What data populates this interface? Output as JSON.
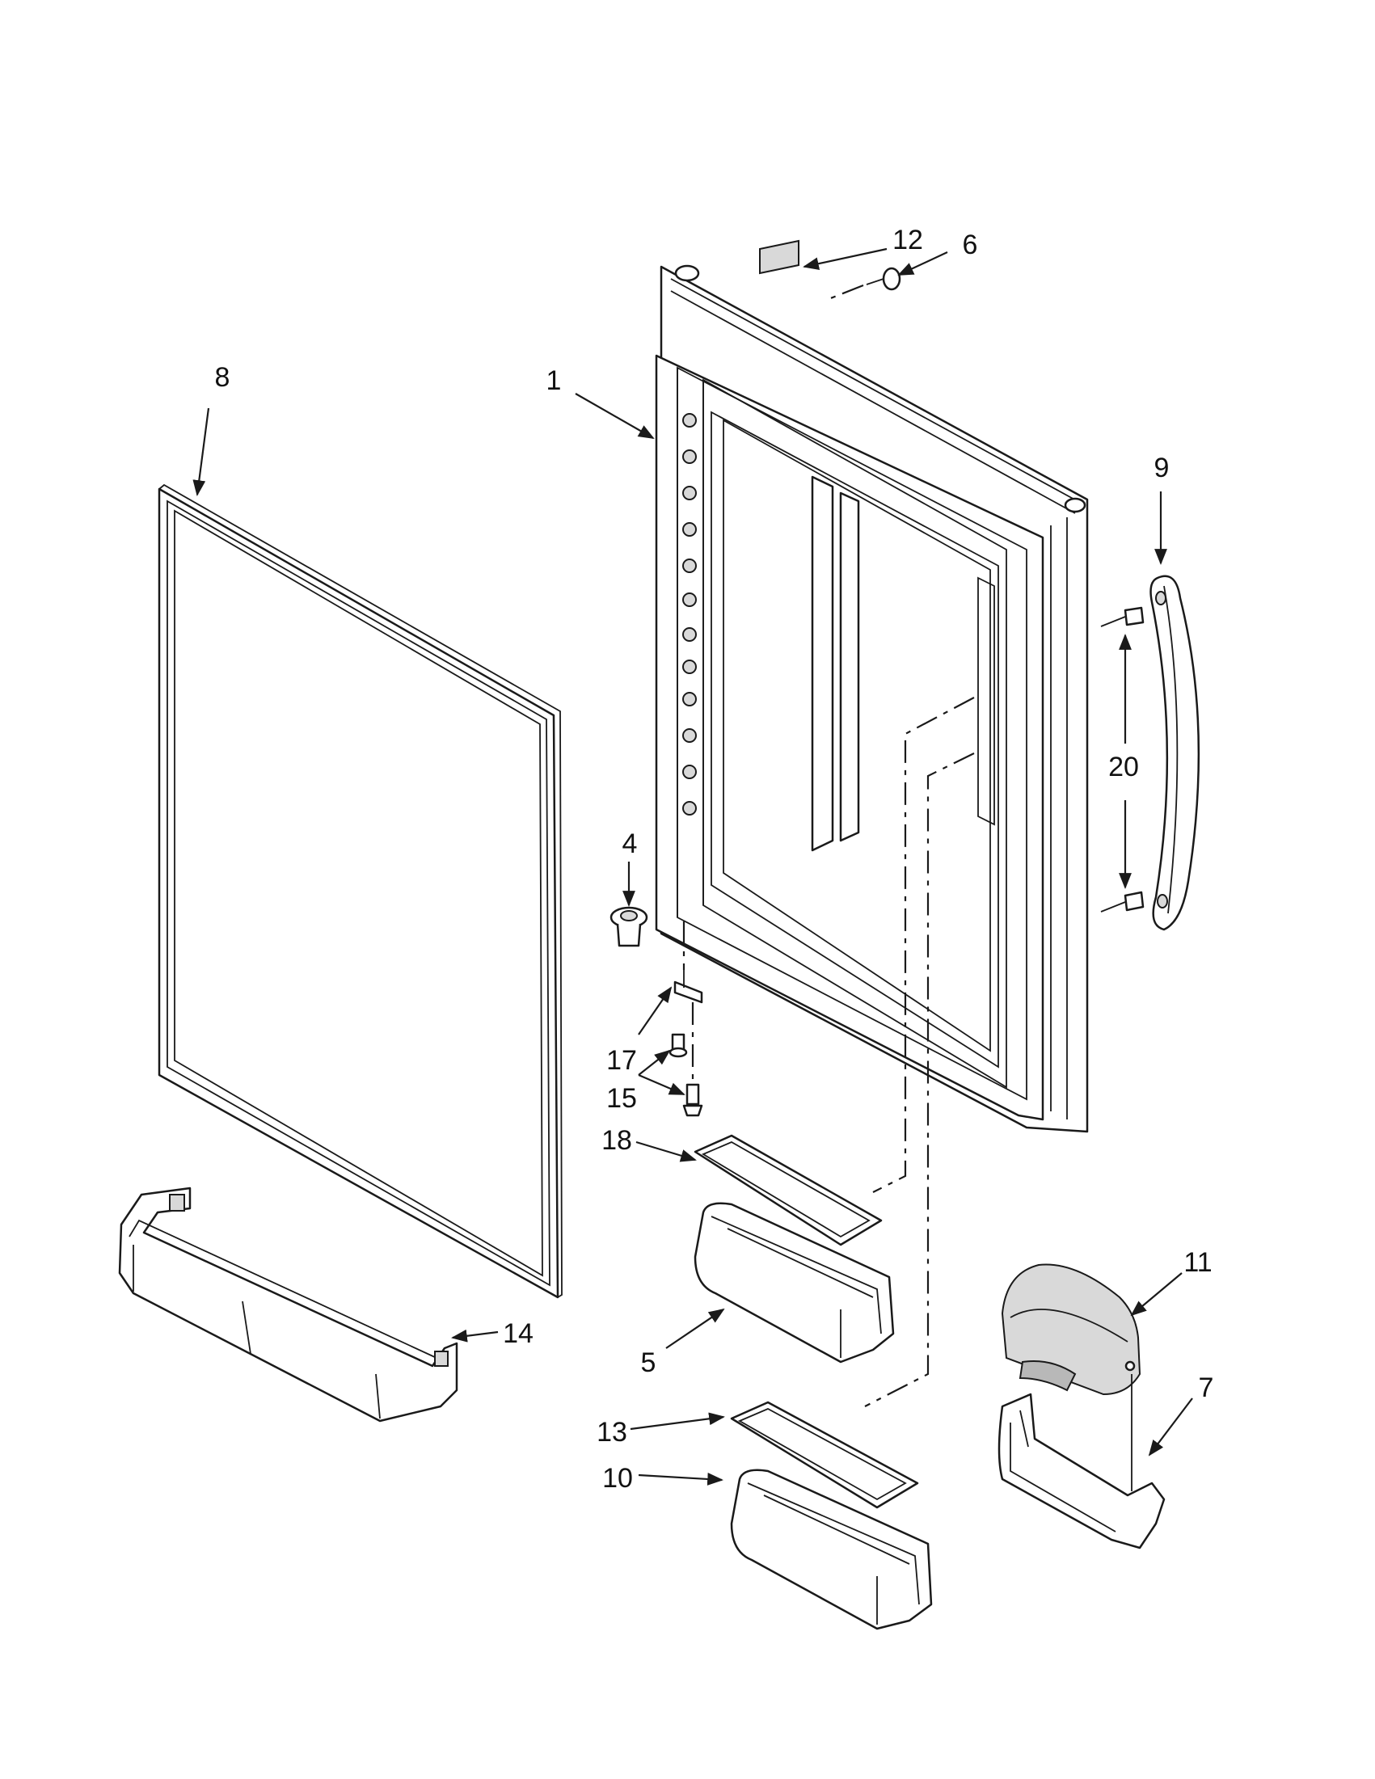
{
  "callouts": {
    "c1": "1",
    "c4": "4",
    "c5": "5",
    "c6": "6",
    "c7": "7",
    "c8": "8",
    "c9": "9",
    "c10": "10",
    "c11": "11",
    "c12": "12",
    "c13": "13",
    "c14": "14",
    "c15": "15",
    "c17": "17",
    "c18": "18",
    "c20": "20"
  },
  "colors": {
    "line": "#1a1a1a",
    "shade": "#d9d9d9",
    "background": "#ffffff"
  }
}
